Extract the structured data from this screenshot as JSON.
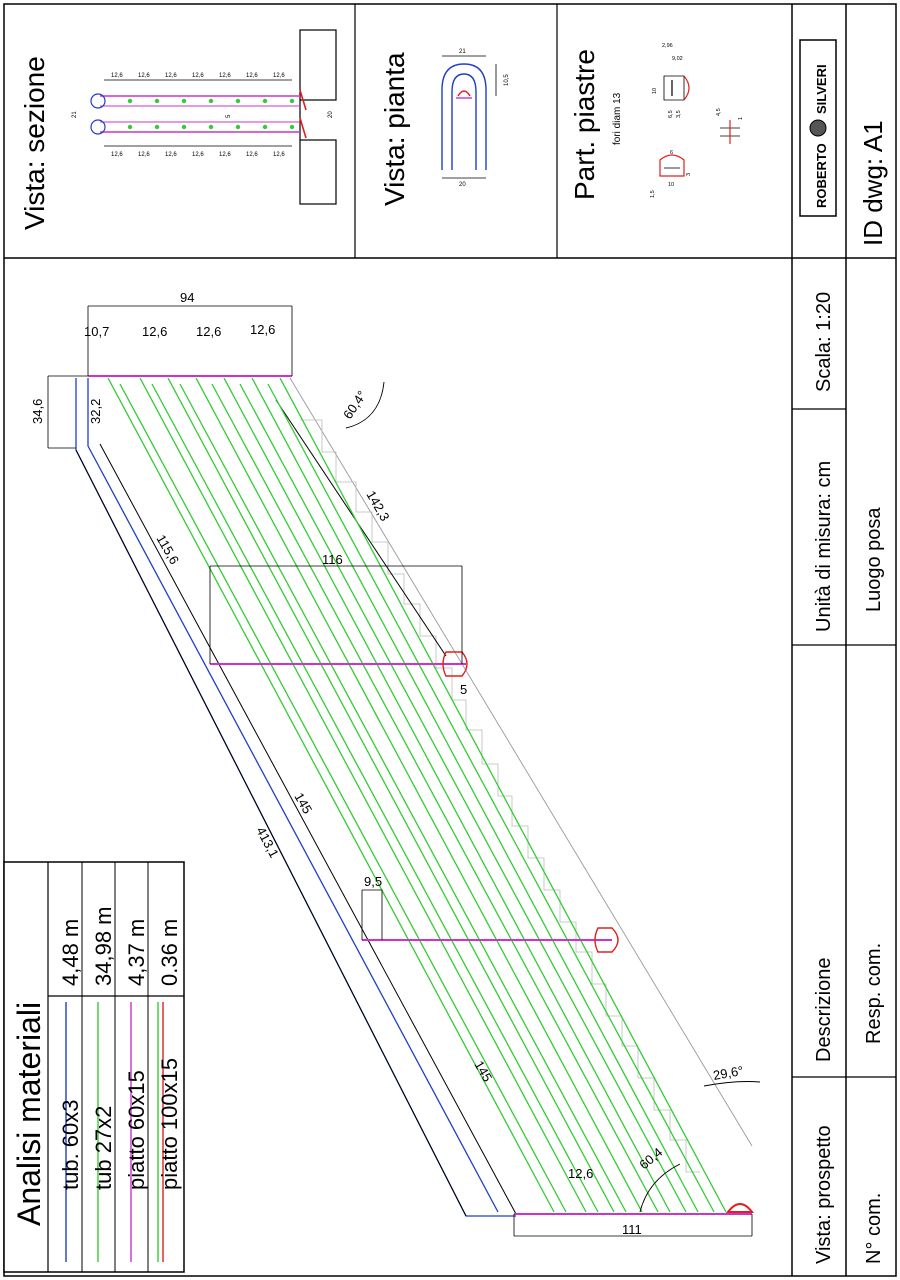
{
  "header": {
    "sezione_label": "Vista: sezione",
    "pianta_label": "Vista: pianta",
    "piastre_label": "Part. piastre",
    "piastre_sub": "fori diam 13",
    "logo_left": "ROBERTO",
    "logo_right": "SILVERI",
    "id_dwg": "ID dwg: A1",
    "sezione_dims": {
      "pitch": "12,6",
      "height": "21",
      "gap": "5",
      "side": "20"
    },
    "pianta_dims": {
      "top": "21",
      "right": "10,5",
      "bottom": "20"
    },
    "piastre_dims": {
      "a": "2,96",
      "b": "9,02",
      "c": "10",
      "d": "6,5",
      "e": "3,5",
      "f": "4,5",
      "g": "1",
      "h": "6",
      "i": "1,5",
      "j": "10",
      "k": "3"
    }
  },
  "info_panel": {
    "scala": "Scala: 1:20",
    "unita": "Unità di misura: cm",
    "luogo": "Luogo posa",
    "descrizione": "Descrizione",
    "resp": "Resp. com.",
    "vista_prospetto": "Vista: prospetto",
    "n_com": "N° com."
  },
  "materials": {
    "title": "Analisi materiali",
    "colors": {
      "tub60": "#1f3fc8",
      "tub27": "#33cc33",
      "piatto60": "#cc33cc",
      "piatto100": "#e02020"
    },
    "rows": [
      {
        "name": "tub. 60x3",
        "qty": "4,48 m"
      },
      {
        "name": "tub 27x2",
        "qty": "34,98 m"
      },
      {
        "name": "piatto 60x15",
        "qty": "4,37 m"
      },
      {
        "name": "piatto 100x15",
        "qty": "0.36 m"
      }
    ]
  },
  "prospetto_dims": {
    "top_total": "94",
    "d1": "10,7",
    "d2": "12,6",
    "d3": "12,6",
    "d4": "12,6",
    "h1": "34,6",
    "h2": "32,2",
    "angle_top": "60,4°",
    "diag_right": "142,3",
    "diag_mid": "115,6",
    "span_mid": "116",
    "offset": "5",
    "diag_145a": "145",
    "diag_total": "413,1",
    "small": "9,5",
    "diag_145b": "145",
    "angle_bottom": "29,6°",
    "bottom_pitch": "12,6",
    "angle_low": "60,4",
    "bottom_total": "111"
  }
}
